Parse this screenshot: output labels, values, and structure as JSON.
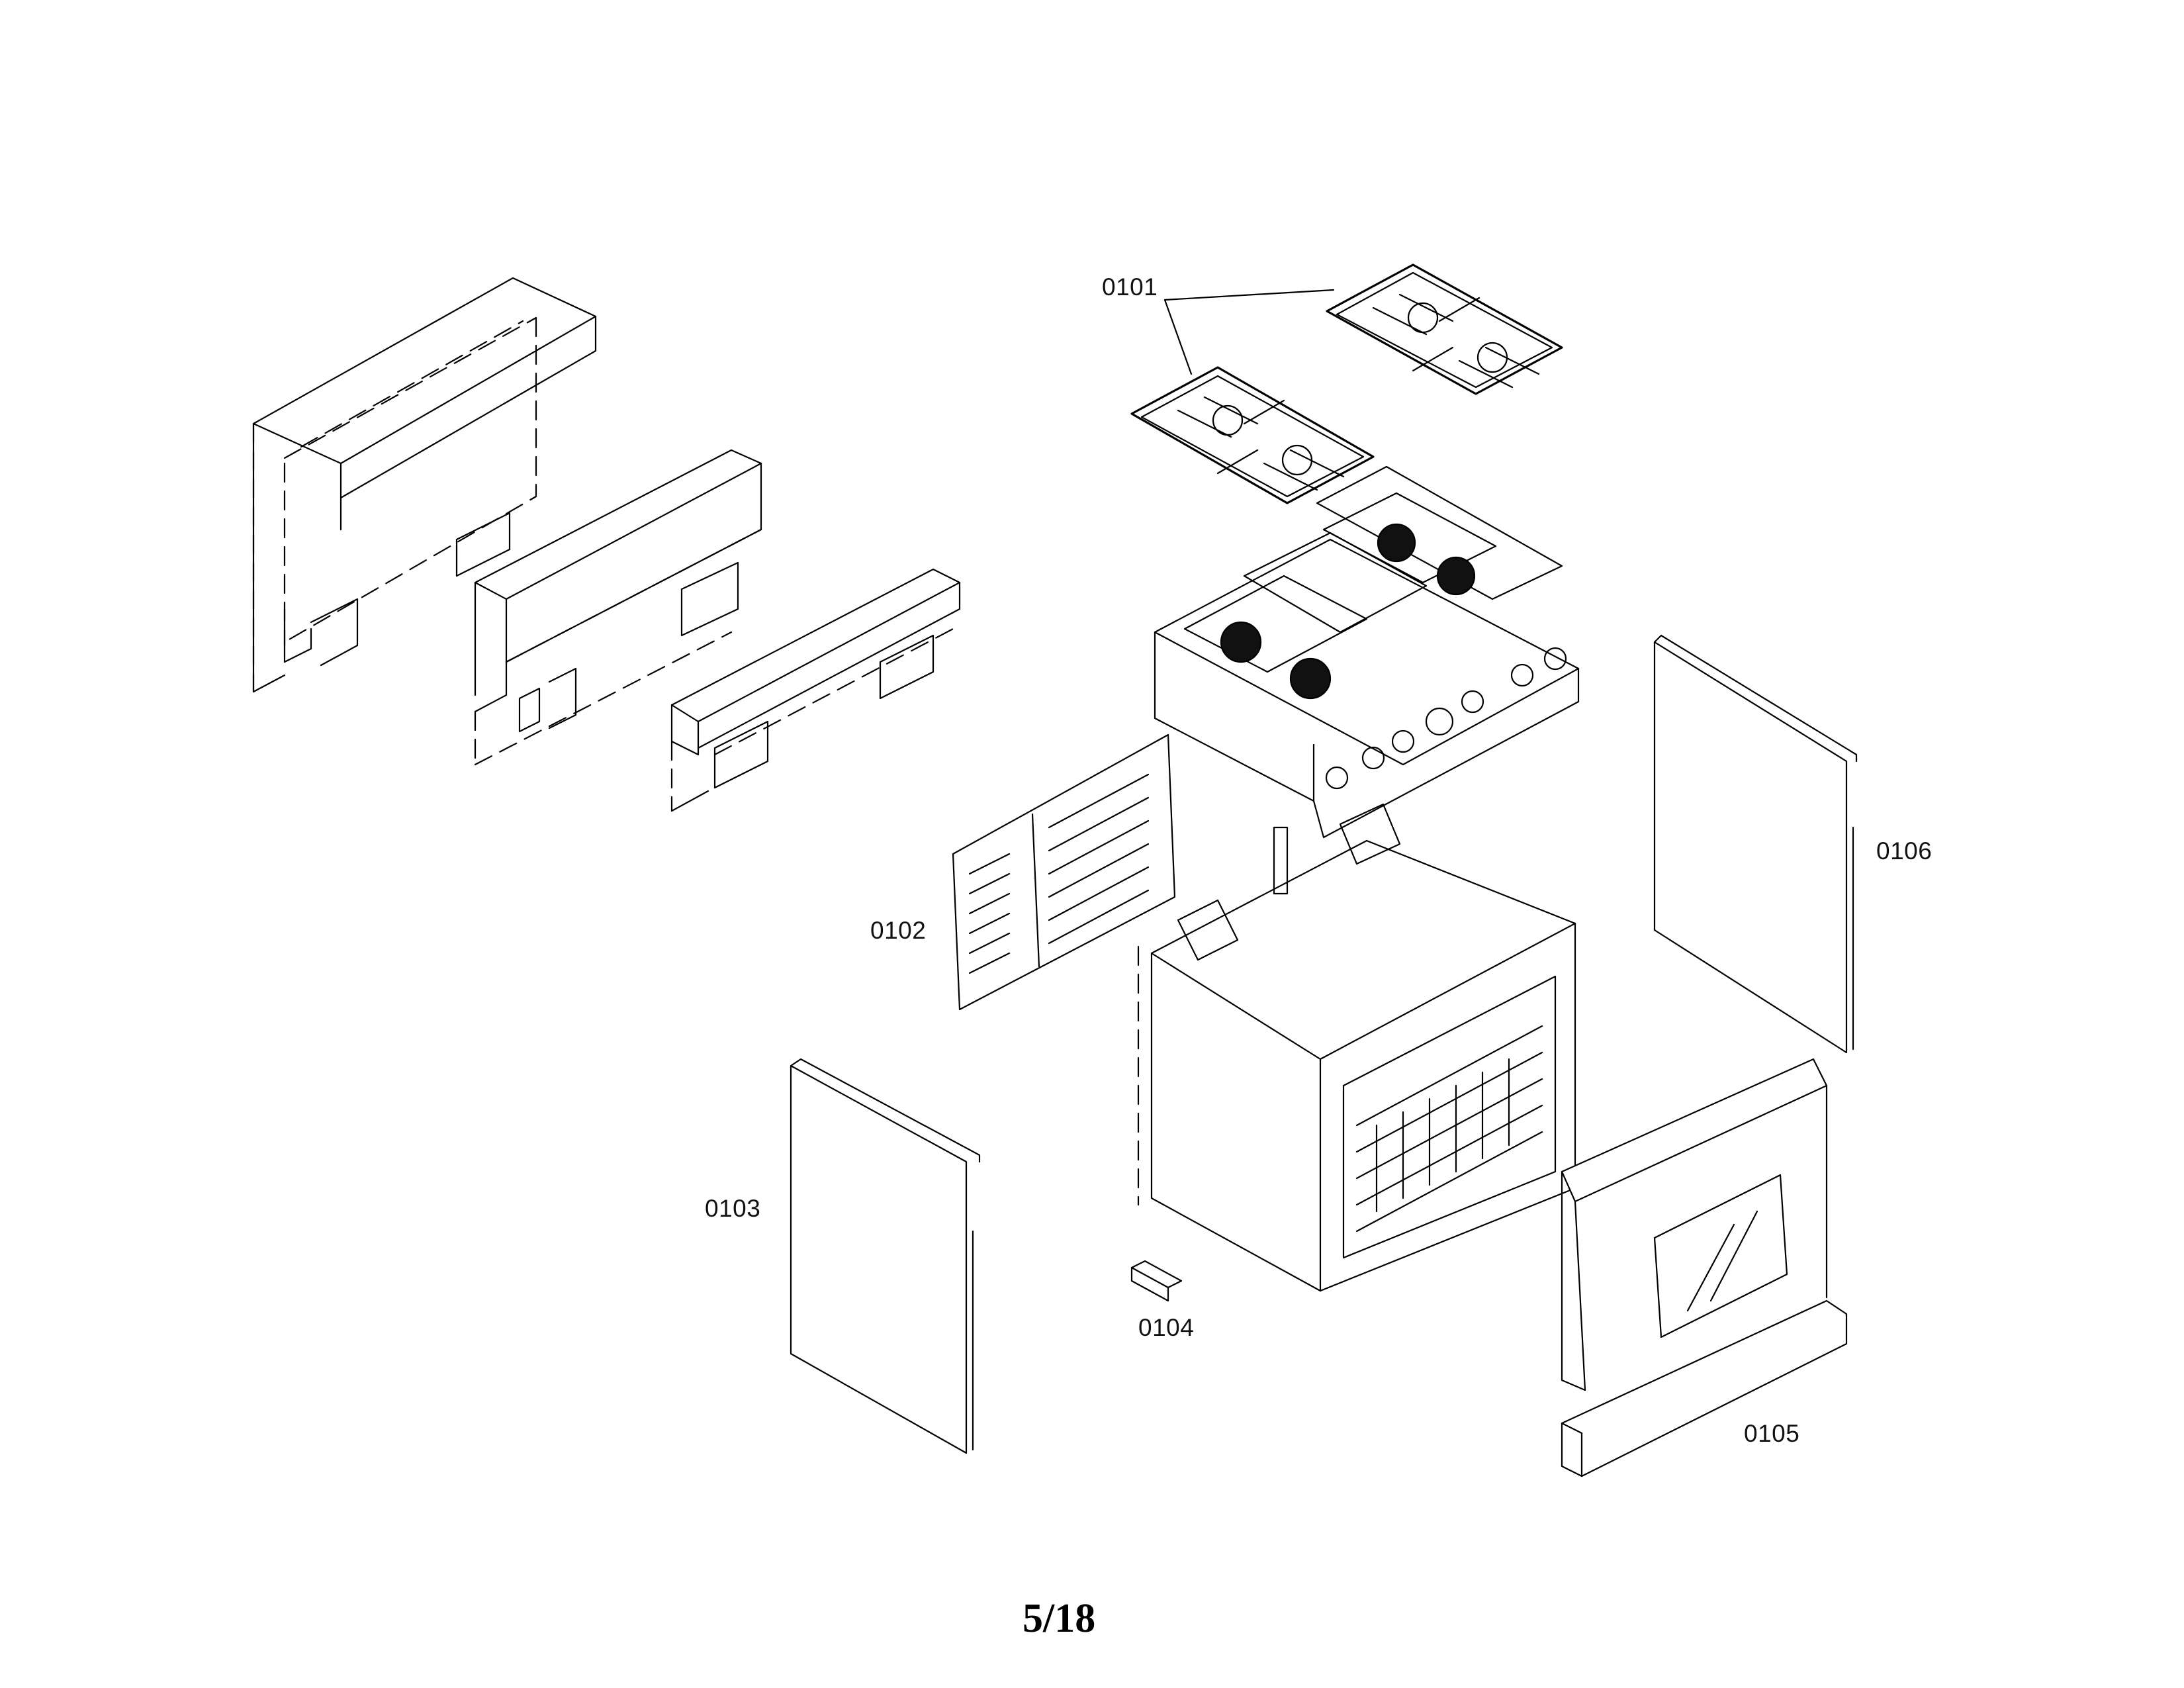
{
  "callouts": {
    "c0101": "0101",
    "c0102": "0102",
    "c0103": "0103",
    "c0104": "0104",
    "c0105": "0105",
    "c0106": "0106"
  },
  "page_number": "5/18"
}
